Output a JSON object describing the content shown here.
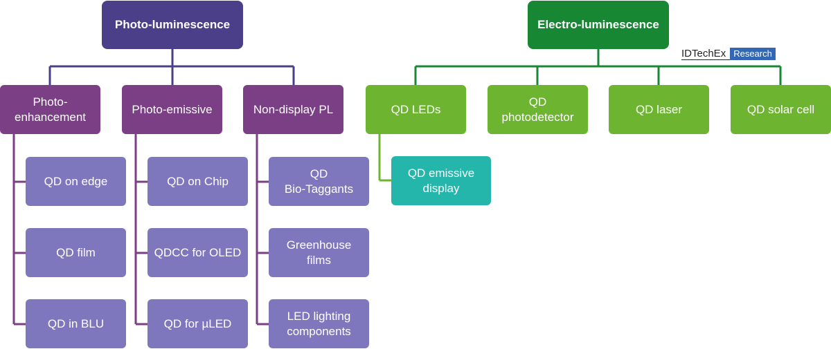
{
  "colors": {
    "pl_root": "#4b3f8a",
    "pl_category": "#7b3f86",
    "pl_leaf": "#7f77bd",
    "el_root": "#188734",
    "el_category": "#6db531",
    "el_leaf": "#24b5ab"
  },
  "photo_luminescence": {
    "title": "Photo-luminescence",
    "categories": [
      {
        "label": "Photo-\nenhancement",
        "items": [
          "QD on edge",
          "QD film",
          "QD in BLU"
        ]
      },
      {
        "label": "Photo-emissive",
        "items": [
          "QD on Chip",
          "QDCC for OLED",
          "QD for µLED"
        ]
      },
      {
        "label": "Non-display PL",
        "items": [
          "QD\nBio-Taggants",
          "Greenhouse\nfilms",
          "LED lighting\ncomponents"
        ]
      }
    ]
  },
  "electro_luminescence": {
    "title": "Electro-luminescence",
    "categories": [
      {
        "label": "QD LEDs",
        "items": [
          "QD emissive\ndisplay"
        ]
      },
      {
        "label": "QD\nphotodetector",
        "items": []
      },
      {
        "label": "QD laser",
        "items": []
      },
      {
        "label": "QD solar cell",
        "items": []
      }
    ]
  },
  "branding": {
    "name": "IDTechEx",
    "tag": "Research"
  }
}
